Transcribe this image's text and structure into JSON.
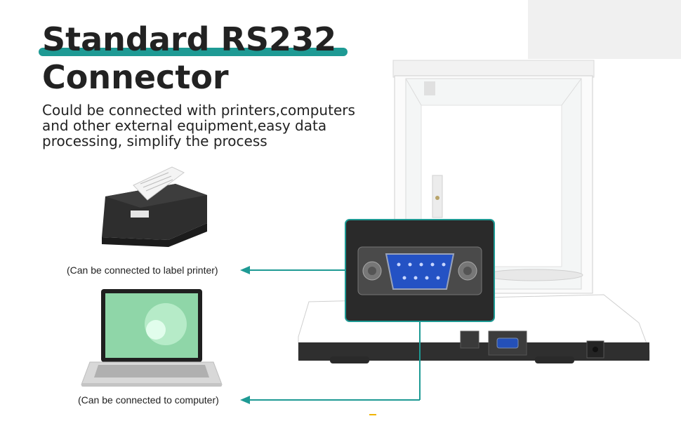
{
  "heading": {
    "line1": "Standard RS232",
    "line2": "Connector"
  },
  "description": {
    "line1": "Could be connected with printers,computers",
    "line2": "and other external equipment,easy data",
    "line3": "processing, simplify the process"
  },
  "captions": {
    "printer": "(Can be connected to label printer)",
    "computer": "(Can be connected to computer)"
  },
  "colors": {
    "accent": "#1e9a94",
    "title": "#222222",
    "device_dark": "#3a3a3a"
  },
  "icons": [
    "arrow-left-icon",
    "db9-port-icon"
  ]
}
